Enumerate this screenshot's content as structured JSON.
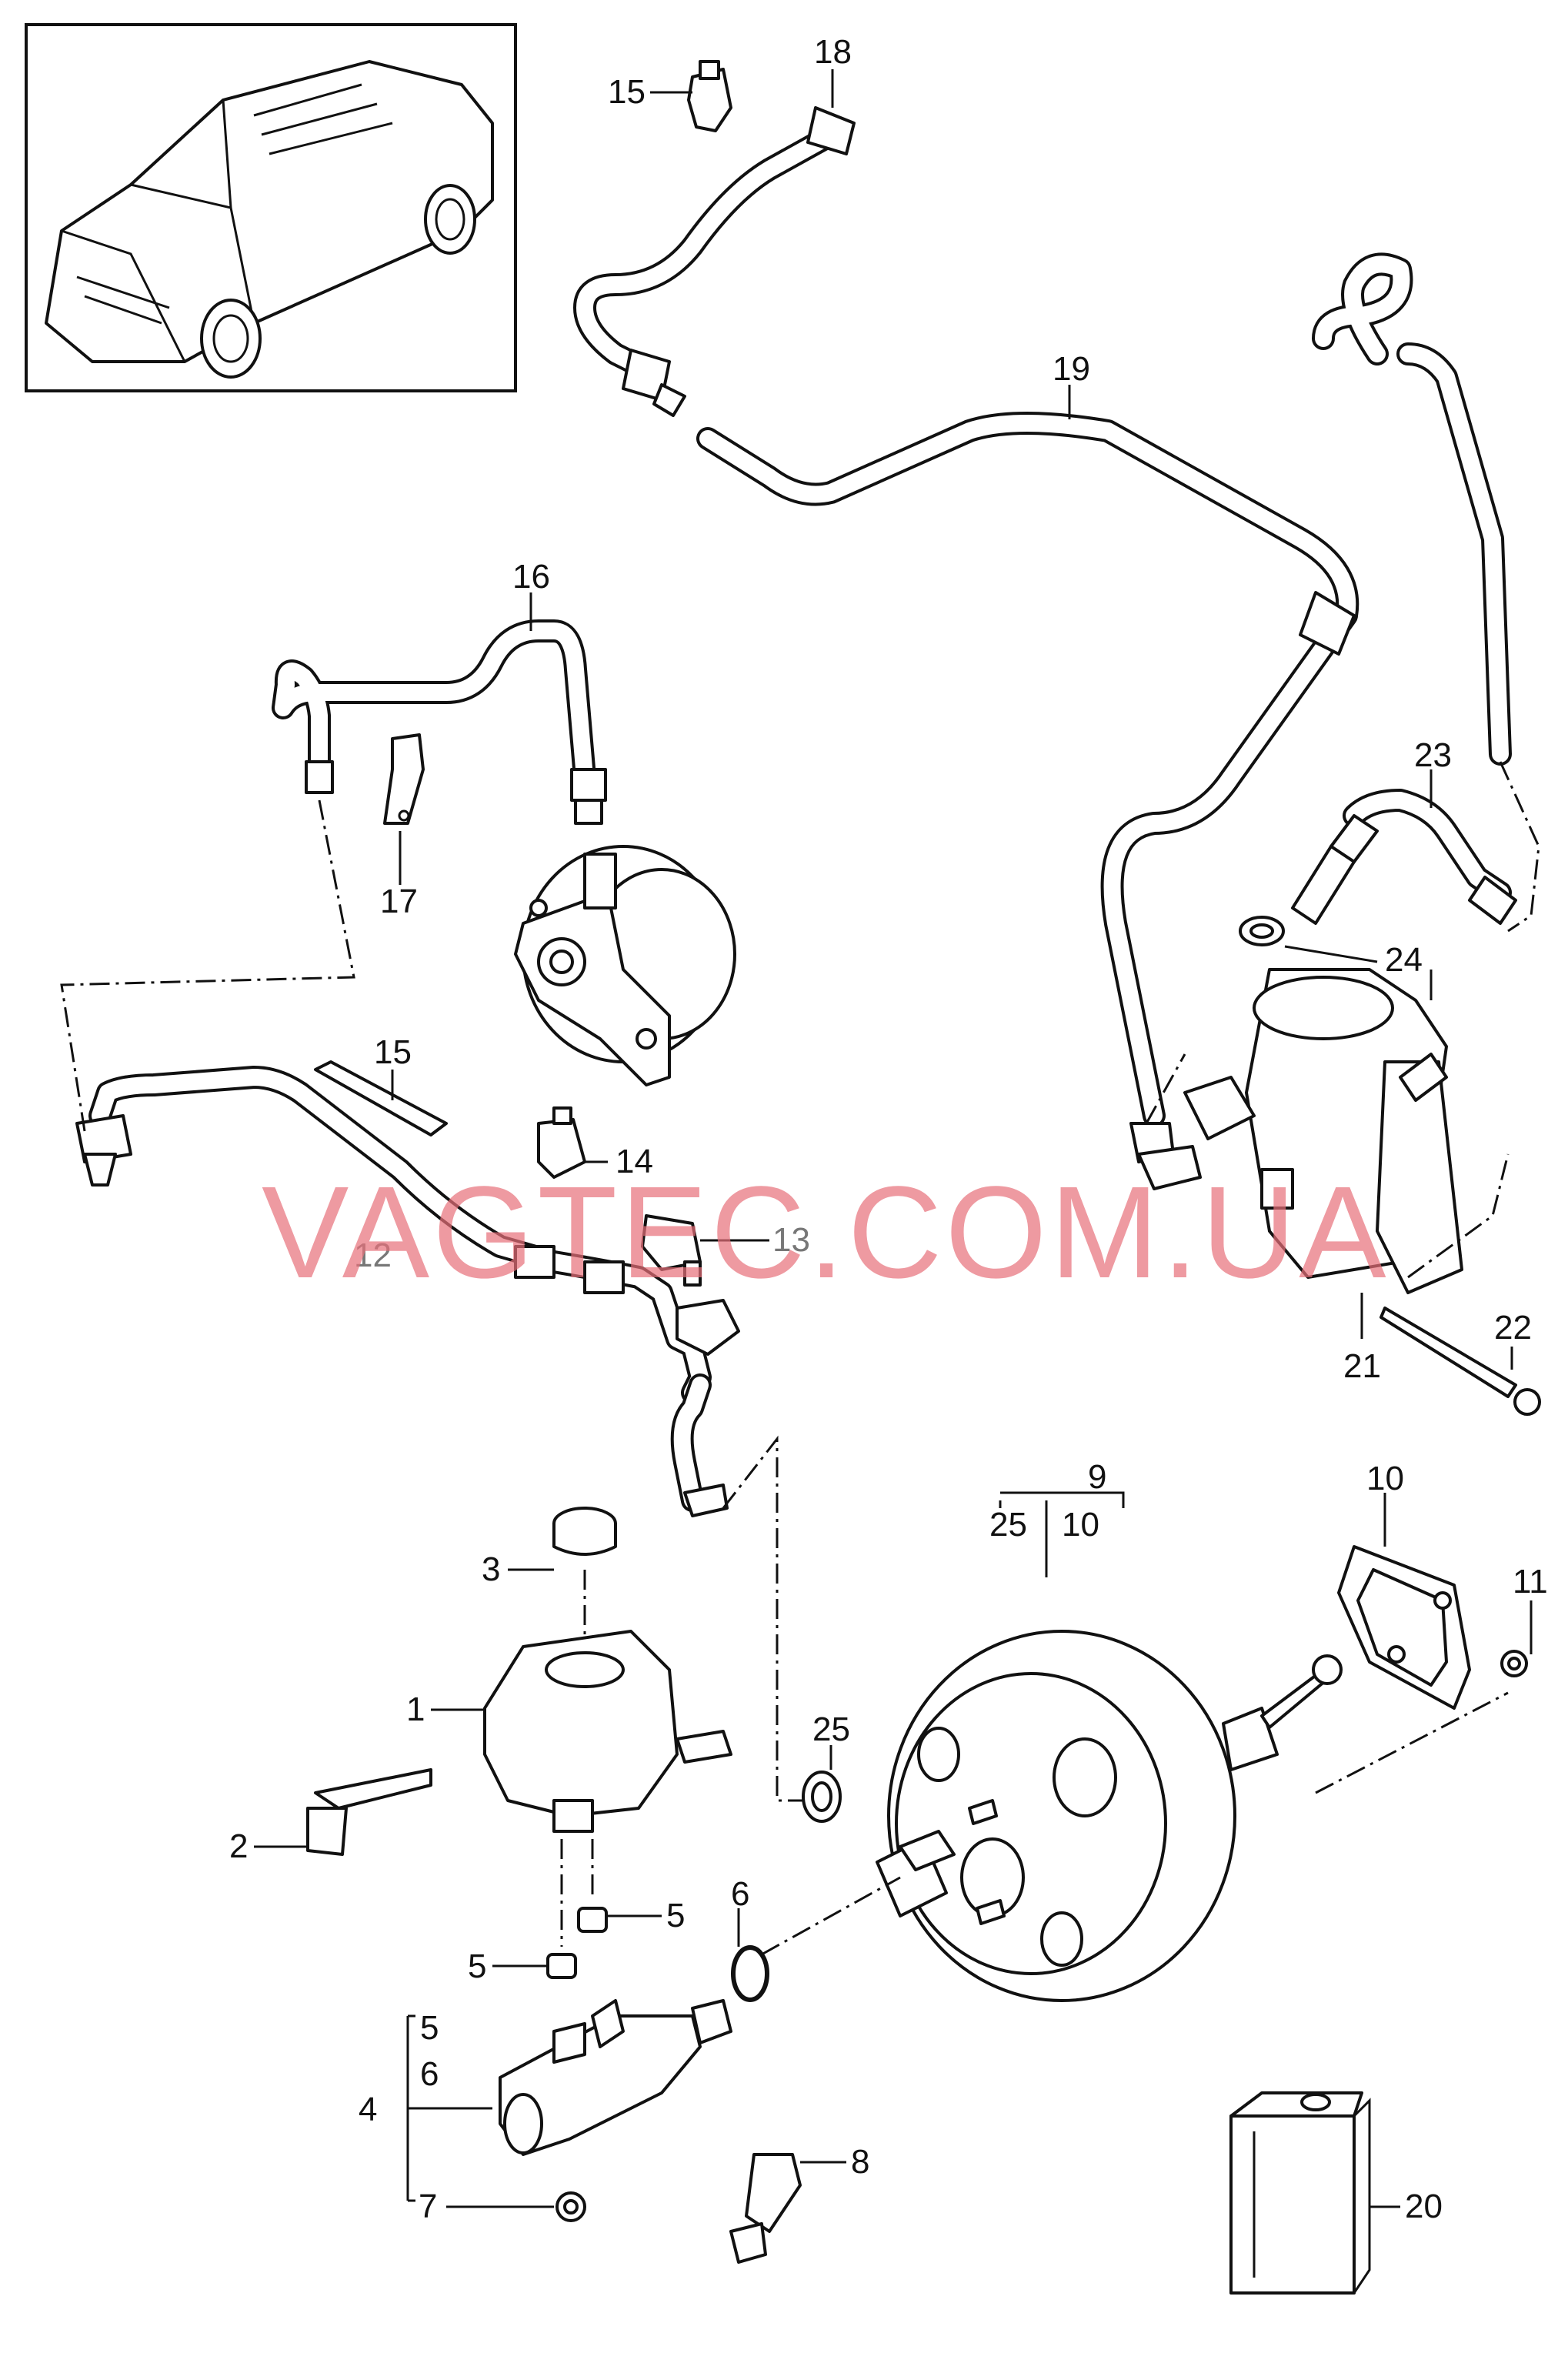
{
  "watermark": "VAGTEC.COM.UA",
  "callouts": {
    "p1": "1",
    "p2": "2",
    "p3": "3",
    "p4": "4",
    "p5a": "5",
    "p5b": "5",
    "p5c": "5",
    "p6a": "6",
    "p6b": "6",
    "p7": "7",
    "p8": "8",
    "p9": "9",
    "p10a": "10",
    "p10b": "10",
    "p11": "11",
    "p12": "12",
    "p13": "13",
    "p14": "14",
    "p15a": "15",
    "p15b": "15",
    "p16": "16",
    "p17": "17",
    "p18": "18",
    "p19": "19",
    "p20": "20",
    "p21": "21",
    "p22": "22",
    "p23": "23",
    "p24": "24",
    "p25a": "25",
    "p25b": "25"
  },
  "colors": {
    "lines": "#111111",
    "watermark": "#e8707a",
    "grey_label": "#777777"
  },
  "icons": [
    "vehicle-thumbnail",
    "vacuum-pump",
    "brake-booster",
    "brake-fluid-reservoir",
    "master-cylinder",
    "vacuum-pump-electric",
    "brake-fluid-can"
  ]
}
